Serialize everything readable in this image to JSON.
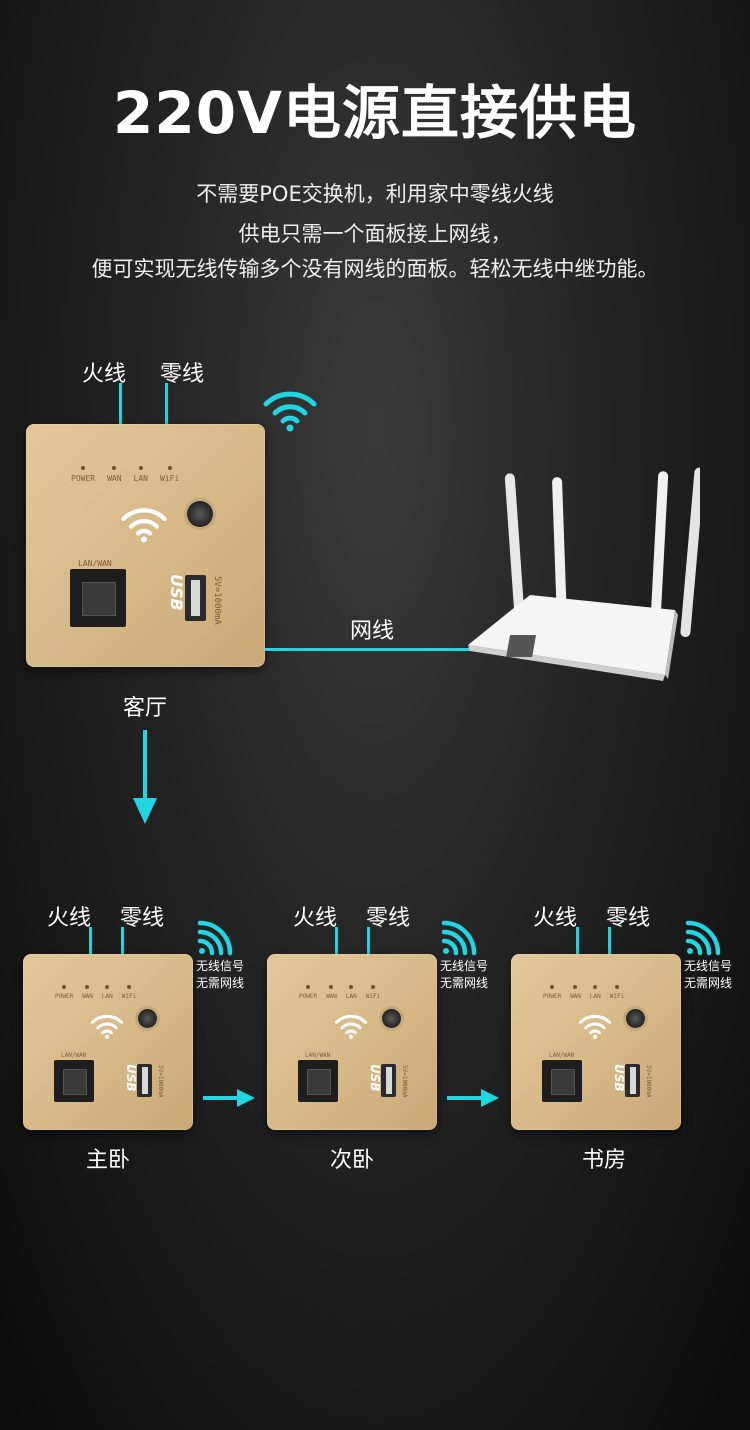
{
  "header": {
    "title": "220V电源直接供电",
    "desc_lines": [
      "不需要POE交换机，利用家中零线火线",
      "供电只需一个面板接上网线，",
      "便可实现无线传输多个没有网线的面板。轻松无线中继功能。"
    ]
  },
  "colors": {
    "accent": "#1fd6e2",
    "panel": "#d7b887",
    "background": "#1a1a1a"
  },
  "panel_labels": {
    "leds": [
      "POWER",
      "WAN",
      "LAN",
      "WiFi"
    ],
    "port": "LAN/WAN",
    "usb": "USB",
    "usb_spec": "5V=1000mA"
  },
  "main": {
    "live_wire": "火线",
    "neutral_wire": "零线",
    "cable": "网线",
    "room": "客厅"
  },
  "rooms": [
    {
      "live_wire": "火线",
      "neutral_wire": "零线",
      "signal": "无线信号",
      "no_cable": "无需网线",
      "room": "主卧"
    },
    {
      "live_wire": "火线",
      "neutral_wire": "零线",
      "signal": "无线信号",
      "no_cable": "无需网线",
      "room": "次卧"
    },
    {
      "live_wire": "火线",
      "neutral_wire": "零线",
      "signal": "无线信号",
      "no_cable": "无需网线",
      "room": "书房"
    }
  ],
  "icons": [
    "wifi-icon",
    "router-icon",
    "arrow-down-icon",
    "arrow-right-icon"
  ]
}
